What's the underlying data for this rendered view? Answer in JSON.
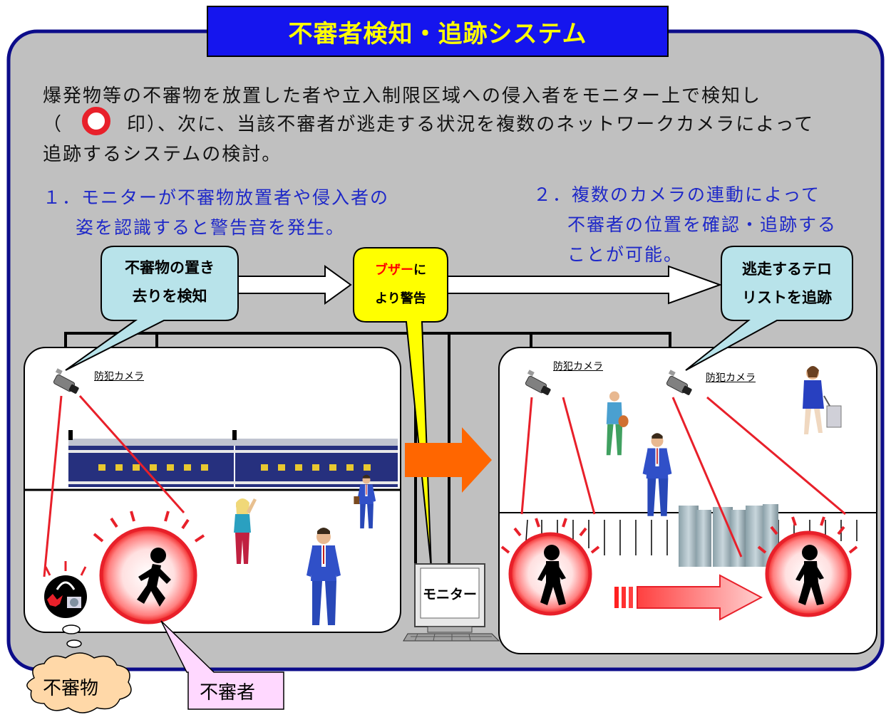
{
  "title": "不審者検知・追跡システム",
  "intro": {
    "line1": "爆発物等の不審物を放置した者や立入制限区域への侵入者をモニター上で検知し",
    "line2_open": "（",
    "line2_rest": "印）、次に、当該不審者が逃走する状況を複数のネットワークカメラによって",
    "line3": "追跡するシステムの検討。"
  },
  "step1": {
    "line1": "１．モニターが不審物放置者や侵入者の",
    "line2": "姿を認識すると警告音を発生。"
  },
  "step2": {
    "line1": "２．複数のカメラの連動によって",
    "line2": "不審者の位置を確認・追跡する",
    "line3": "ことが可能。"
  },
  "callouts": {
    "detect_line1": "不審物の置き",
    "detect_line2": "去りを検知",
    "buzzer_red": "ブザー",
    "buzzer_rest": "に",
    "buzzer_line2": "より警告",
    "track_line1": "逃走するテロ",
    "track_line2": "リストを追跡"
  },
  "camera_label": "防犯カメラ",
  "monitor_label": "モニター",
  "suspicious_object_label": "不審物",
  "suspicious_person_label": "不審者",
  "colors": {
    "title_bg": "#1515ee",
    "title_text": "#ffff00",
    "panel_bg": "#c0c0c0",
    "panel_border": "#0c0c8a",
    "step_text": "#1e28c8",
    "callout_bg": "#b8e3ea",
    "buzzer_bg": "#ffff00",
    "buzzer_accent": "#ff0000",
    "alert_circle": "#e8202a",
    "arrow_orange": "#ff6600",
    "bubble_pink": "#ffd8ff"
  }
}
